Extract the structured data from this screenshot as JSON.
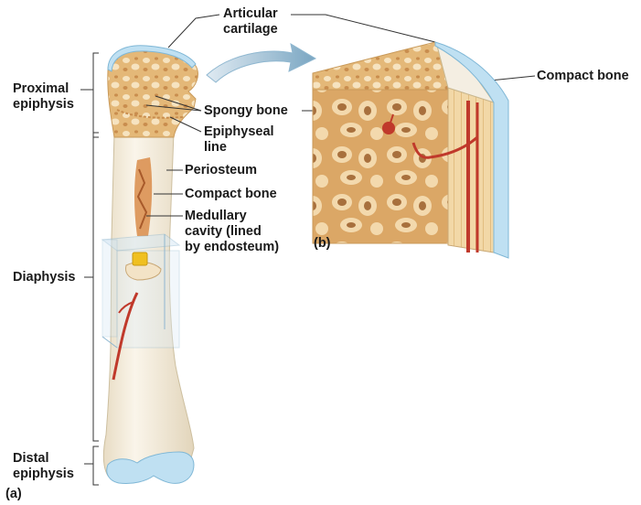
{
  "labels": {
    "articular_cartilage": "Articular\ncartilage",
    "proximal_epiphysis": "Proximal\nepiphysis",
    "diaphysis": "Diaphysis",
    "distal_epiphysis": "Distal\nepiphysis",
    "spongy_bone": "Spongy bone",
    "epiphyseal_line": "Epiphyseal\nline",
    "periosteum": "Periosteum",
    "compact_bone": "Compact bone",
    "medullary_cavity": "Medullary\ncavity (lined\nby endosteum)",
    "compact_bone_b": "Compact bone",
    "panel_a": "(a)",
    "panel_b": "(b)"
  },
  "colors": {
    "bone_light": "#f4ecdc",
    "spongy": "#e6bf84",
    "spongy_dark": "#c9955a",
    "cartilage": "#bfe0f2",
    "vessel": "#c0392b",
    "marrow": "#d98c4a",
    "arrow": "#8fb7d0"
  }
}
